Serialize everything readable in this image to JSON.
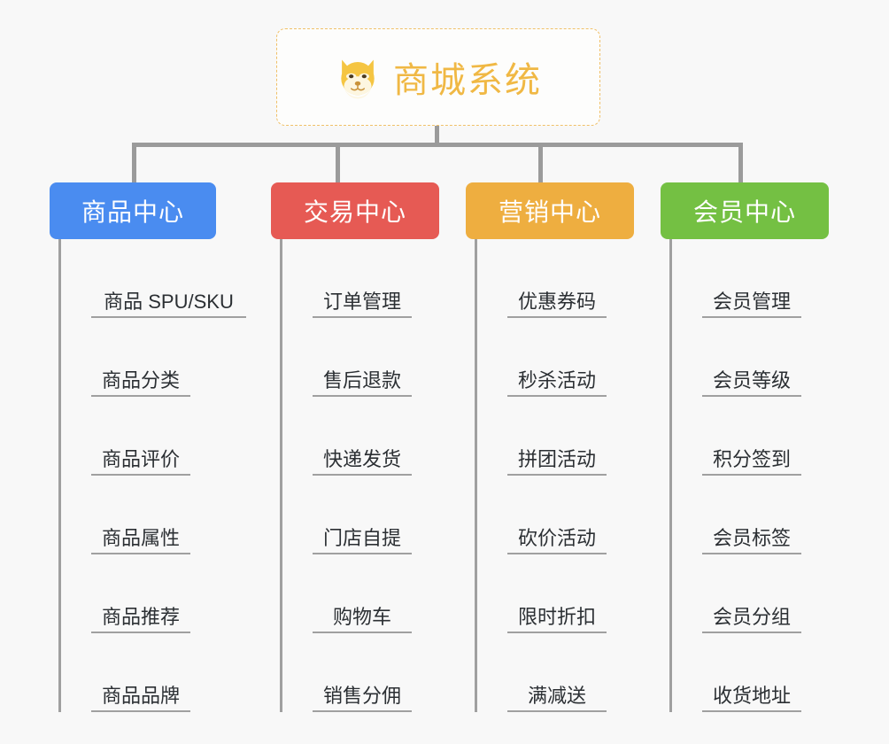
{
  "root": {
    "title": "商城系统",
    "icon": "shiba-dog-face-emoji",
    "text_color": "#f0b844",
    "border_color": "#f0c068"
  },
  "connector_color": "#9b9b9b",
  "columns": [
    {
      "id": "product-center",
      "label": "商品中心",
      "color": "#4a8cf0",
      "items": [
        {
          "label": "商品 SPU/SKU"
        },
        {
          "label": "商品分类"
        },
        {
          "label": "商品评价"
        },
        {
          "label": "商品属性"
        },
        {
          "label": "商品推荐"
        },
        {
          "label": "商品品牌"
        }
      ]
    },
    {
      "id": "trade-center",
      "label": "交易中心",
      "color": "#e65a54",
      "items": [
        {
          "label": "订单管理"
        },
        {
          "label": "售后退款"
        },
        {
          "label": "快递发货"
        },
        {
          "label": "门店自提"
        },
        {
          "label": "购物车"
        },
        {
          "label": "销售分佣"
        }
      ]
    },
    {
      "id": "marketing-center",
      "label": "营销中心",
      "color": "#eeae40",
      "items": [
        {
          "label": "优惠券码"
        },
        {
          "label": "秒杀活动"
        },
        {
          "label": "拼团活动"
        },
        {
          "label": "砍价活动"
        },
        {
          "label": "限时折扣"
        },
        {
          "label": "满减送"
        }
      ]
    },
    {
      "id": "member-center",
      "label": "会员中心",
      "color": "#74c043",
      "items": [
        {
          "label": "会员管理"
        },
        {
          "label": "会员等级"
        },
        {
          "label": "积分签到"
        },
        {
          "label": "会员标签"
        },
        {
          "label": "会员分组"
        },
        {
          "label": "收货地址"
        }
      ]
    }
  ]
}
